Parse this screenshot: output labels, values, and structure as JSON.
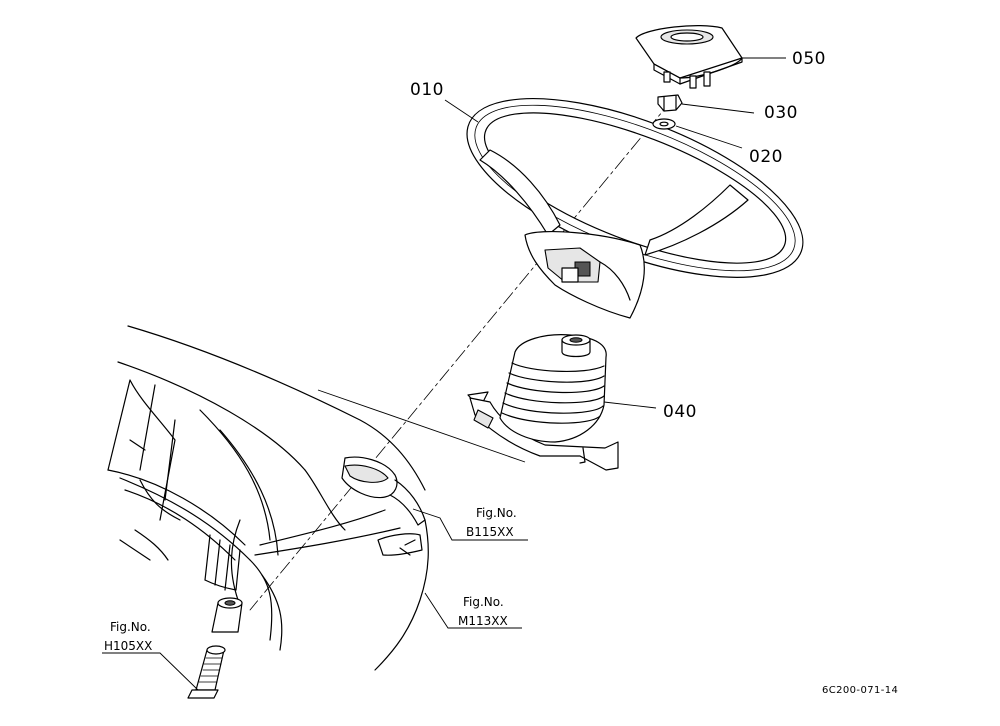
{
  "parts": [
    {
      "id": "p010",
      "number": "010",
      "name": "steering-wheel"
    },
    {
      "id": "p020",
      "number": "020",
      "name": "washer"
    },
    {
      "id": "p030",
      "number": "030",
      "name": "nut"
    },
    {
      "id": "p040",
      "number": "040",
      "name": "steering-boot"
    },
    {
      "id": "p050",
      "number": "050",
      "name": "steering-cap"
    }
  ],
  "references": [
    {
      "prefix": "Fig.No.",
      "code": "B115XX"
    },
    {
      "prefix": "Fig.No.",
      "code": "M113XX"
    },
    {
      "prefix": "Fig.No.",
      "code": "H105XX"
    }
  ],
  "drawing_code": "6C200-071-14"
}
